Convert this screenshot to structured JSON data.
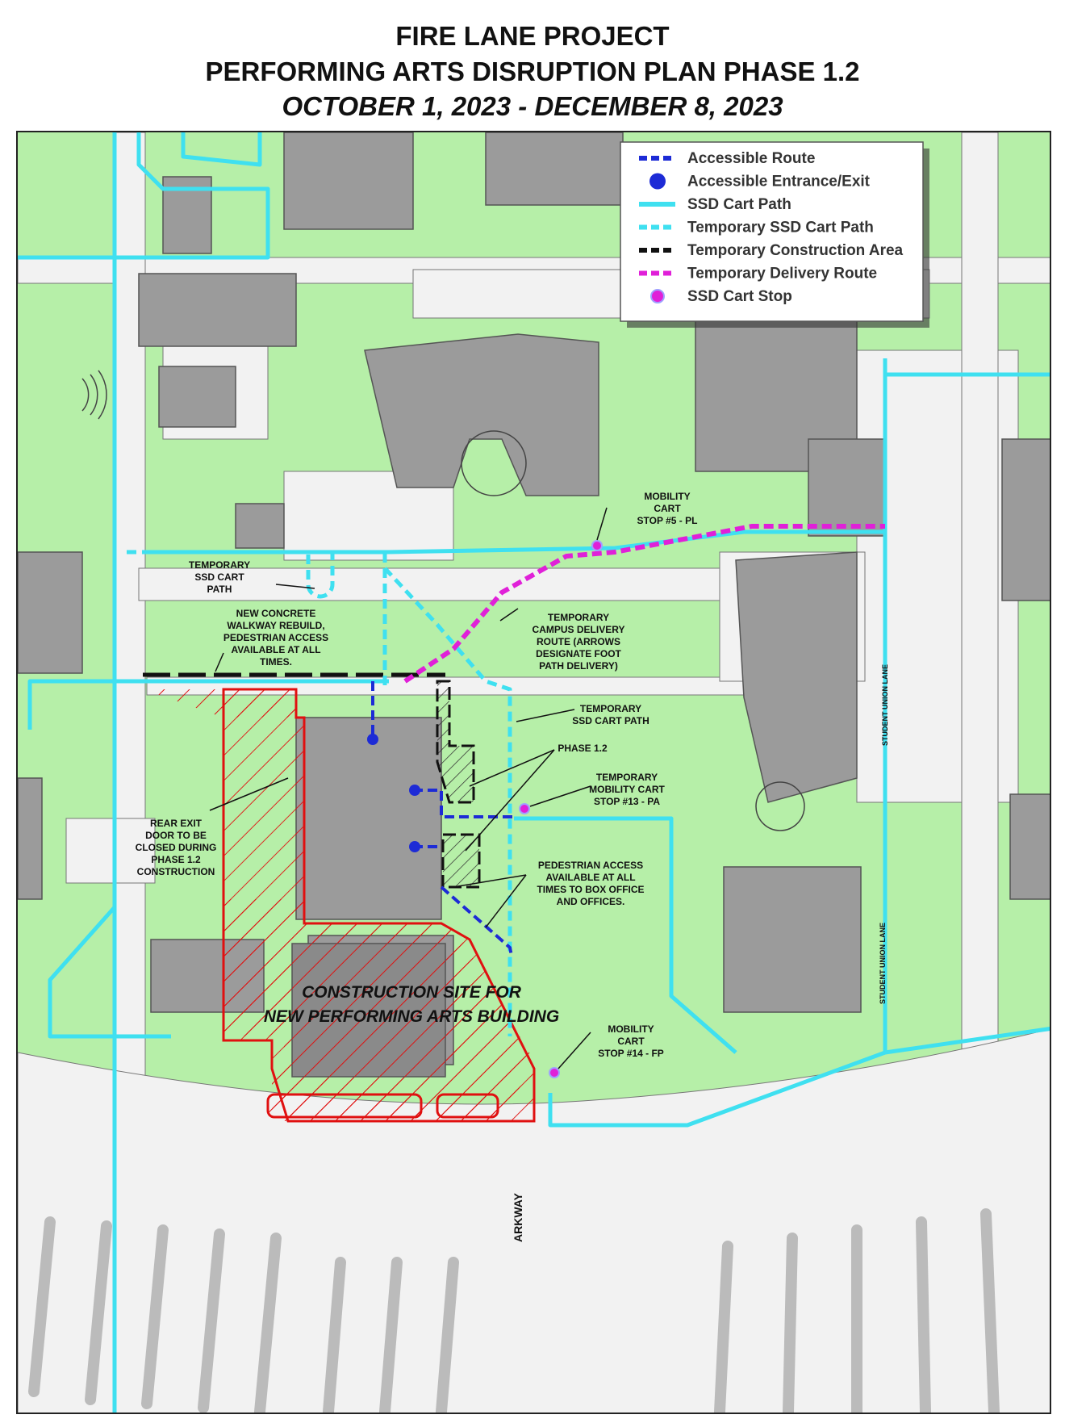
{
  "title": {
    "line1": "FIRE LANE PROJECT",
    "line2": "PERFORMING ARTS DISRUPTION PLAN PHASE 1.2",
    "line3": "OCTOBER 1, 2023 - DECEMBER 8, 2023"
  },
  "legend": {
    "items": [
      {
        "label": "Accessible Route",
        "symbol": "dashed-line",
        "color": "#1d2bd6"
      },
      {
        "label": "Accessible Entrance/Exit",
        "symbol": "dot",
        "color": "#1d2bd6"
      },
      {
        "label": "SSD Cart Path",
        "symbol": "solid-line",
        "color": "#3fe0f0"
      },
      {
        "label": "Temporary SSD Cart Path",
        "symbol": "dashed-line",
        "color": "#3fe0f0"
      },
      {
        "label": "Temporary Construction Area",
        "symbol": "dashed-line",
        "color": "#111111"
      },
      {
        "label": "Temporary Delivery Route",
        "symbol": "dashed-line",
        "color": "#e020d8"
      },
      {
        "label": "SSD Cart Stop",
        "symbol": "dot",
        "color": "#e020d8"
      }
    ]
  },
  "annotations": {
    "mobility_cart_5": [
      "MOBILITY",
      "CART",
      "STOP #5 - PL"
    ],
    "temp_ssd_cart_path_left": [
      "TEMPORARY",
      "SSD CART",
      "PATH"
    ],
    "new_concrete_walkway": [
      "NEW CONCRETE",
      "WALKWAY REBUILD,",
      "PEDESTRIAN ACCESS",
      "AVAILABLE AT ALL",
      "TIMES."
    ],
    "temp_delivery_route": [
      "TEMPORARY",
      "CAMPUS DELIVERY",
      "ROUTE  (ARROWS",
      "DESIGNATE FOOT",
      "PATH DELIVERY)"
    ],
    "temp_ssd_cart_path_right": [
      "TEMPORARY",
      "SSD CART PATH"
    ],
    "phase_1_2": [
      "PHASE 1.2"
    ],
    "temp_mobility_cart_13": [
      "TEMPORARY",
      "MOBILITY CART",
      "STOP #13 - PA"
    ],
    "rear_exit": [
      "REAR EXIT",
      "DOOR TO BE",
      "CLOSED DURING",
      "PHASE 1.2",
      "CONSTRUCTION"
    ],
    "pedestrian_access": [
      "PEDESTRIAN ACCESS",
      "AVAILABLE AT ALL",
      "TIMES TO BOX OFFICE",
      "AND OFFICES."
    ],
    "construction_site": [
      "CONSTRUCTION SITE FOR",
      "NEW PERFORMING ARTS BUILDING"
    ],
    "mobility_cart_14": [
      "MOBILITY",
      "CART",
      "STOP #14 - FP"
    ]
  },
  "road_labels": {
    "student_union_lane_1": "STUDENT UNION LANE",
    "student_union_lane_2": "STUDENT UNION LANE",
    "parkway": "ARKWAY"
  },
  "colors": {
    "grass": "#b6efa8",
    "building": "#9b9b9b",
    "pavement": "#f2f2f2",
    "construction": "#e01010",
    "cart_path": "#3fe0f0",
    "accessible": "#1d2bd6",
    "delivery": "#e020d8"
  }
}
